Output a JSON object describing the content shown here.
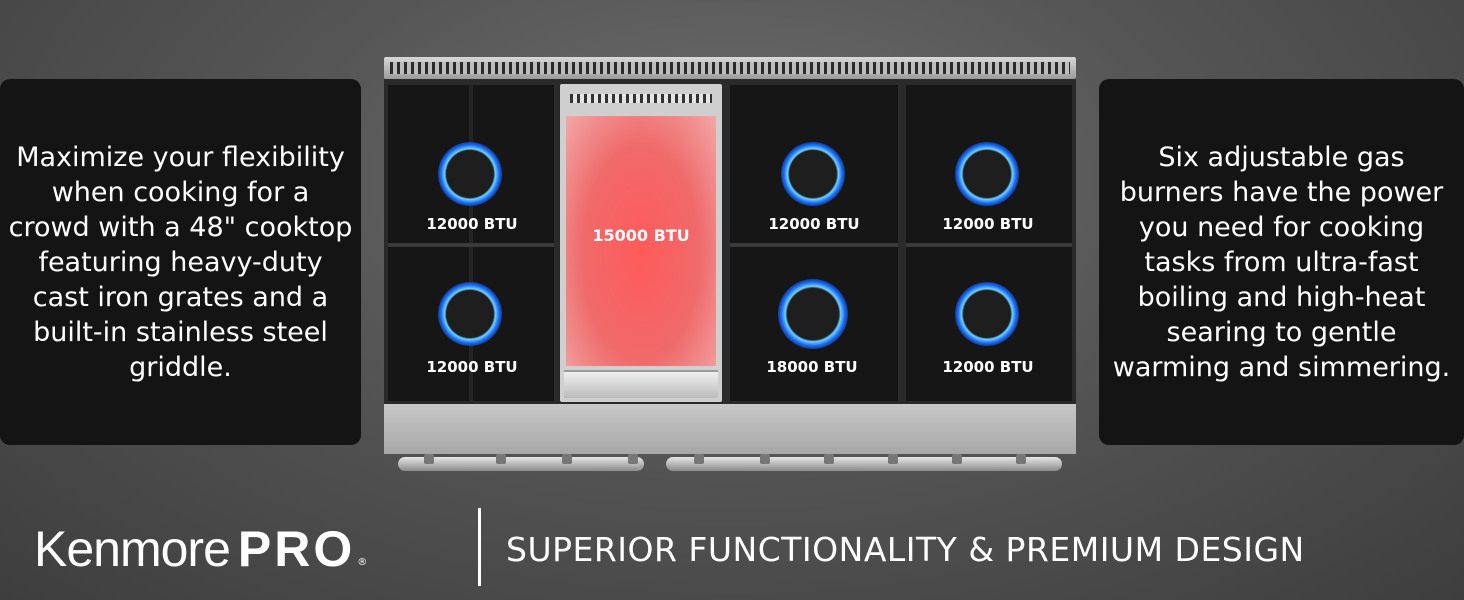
{
  "left_panel": {
    "text": "Maximize your flexibility when cooking for a crowd with a 48\" cooktop featuring heavy-duty cast iron grates and a built-in stainless steel griddle."
  },
  "right_panel": {
    "text": "Six adjustable gas burners have the power you need for cooking tasks from ultra-fast boiling and high-heat searing to gentle warming and simmering."
  },
  "cooktop": {
    "burners": [
      {
        "label": "12000 BTU"
      },
      {
        "label": "12000 BTU"
      },
      {
        "label": "12000 BTU"
      },
      {
        "label": "18000 BTU"
      },
      {
        "label": "12000 BTU"
      },
      {
        "label": "12000 BTU"
      }
    ],
    "griddle": {
      "label": "15000 BTU"
    },
    "colors": {
      "flame": "#1a6dff",
      "griddle_heat": "#ff5a5a"
    }
  },
  "brand": {
    "name": "Kenmore",
    "pro": "PRO",
    "registered": "®"
  },
  "tagline": "SUPERIOR FUNCTIONALITY & PREMIUM DESIGN"
}
